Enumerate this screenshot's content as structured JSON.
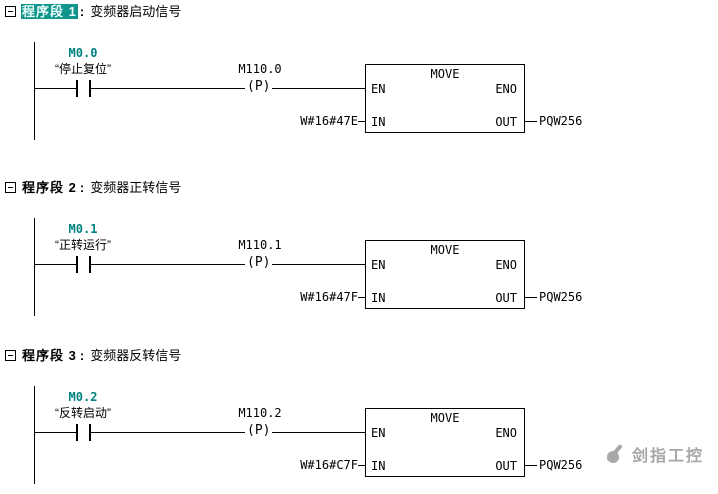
{
  "colors": {
    "address_teal": "#008080",
    "selection_background": "#11948c",
    "line_black": "#000000",
    "watermark_gray": "#a6a6a6"
  },
  "networks": [
    {
      "prefix": "程序段 1",
      "separator": ":",
      "title": "变频器启动信号",
      "selected": true,
      "contact": {
        "address": "M0.0",
        "label": "“停止复位”"
      },
      "coil": {
        "address": "M110.0",
        "symbol": "(P)"
      },
      "block": {
        "title": "MOVE",
        "en": "EN",
        "eno": "ENO",
        "in": "IN",
        "out": "OUT",
        "in_value": "W#16#47E",
        "out_value": "PQW256"
      }
    },
    {
      "prefix": "程序段 2",
      "separator": ":",
      "title": "变频器正转信号",
      "selected": false,
      "contact": {
        "address": "M0.1",
        "label": "“正转运行”"
      },
      "coil": {
        "address": "M110.1",
        "symbol": "(P)"
      },
      "block": {
        "title": "MOVE",
        "en": "EN",
        "eno": "ENO",
        "in": "IN",
        "out": "OUT",
        "in_value": "W#16#47F",
        "out_value": "PQW256"
      }
    },
    {
      "prefix": "程序段 3",
      "separator": ":",
      "title": "变频器反转信号",
      "selected": false,
      "contact": {
        "address": "M0.2",
        "label": "“反转启动”"
      },
      "coil": {
        "address": "M110.2",
        "symbol": "(P)"
      },
      "block": {
        "title": "MOVE",
        "en": "EN",
        "eno": "ENO",
        "in": "IN",
        "out": "OUT",
        "in_value": "W#16#C7F",
        "out_value": "PQW256"
      }
    }
  ],
  "watermark": {
    "text": "剑指工控"
  }
}
